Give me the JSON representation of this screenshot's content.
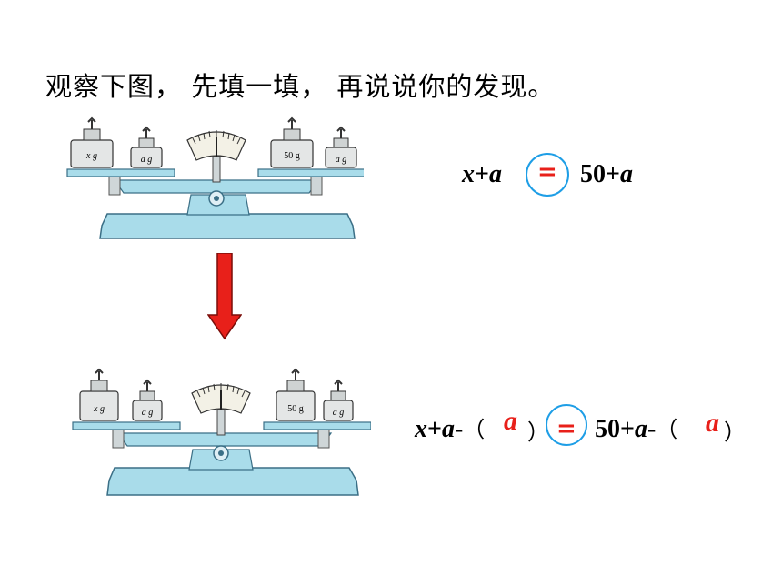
{
  "title": "观察下图， 先填一填， 再说说你的发现。",
  "equation1": {
    "left": "x+a",
    "left_var": "x",
    "left_op": "+",
    "left_a": "a",
    "sign": "=",
    "right_num": "50+",
    "right_a": "a"
  },
  "equation2": {
    "left_x": "x",
    "left_plus": "+",
    "left_a": "a",
    "minus": "-",
    "paren_open": "（",
    "answer1": "a",
    "paren_close": "）",
    "sign": "=",
    "right_num": "50+",
    "right_a": "a",
    "minus2": "-",
    "paren_open2": "（ ",
    "answer2": "a",
    "paren_close2": "）"
  },
  "weights": {
    "x_label": "x g",
    "a_label": "a g",
    "fifty_label": "50 g"
  },
  "colors": {
    "scale": "#a9dcea",
    "scale_stroke": "#3b6f86",
    "arrow": "#e8201a",
    "circle": "#1e9ee6",
    "answer": "#e8201a"
  }
}
